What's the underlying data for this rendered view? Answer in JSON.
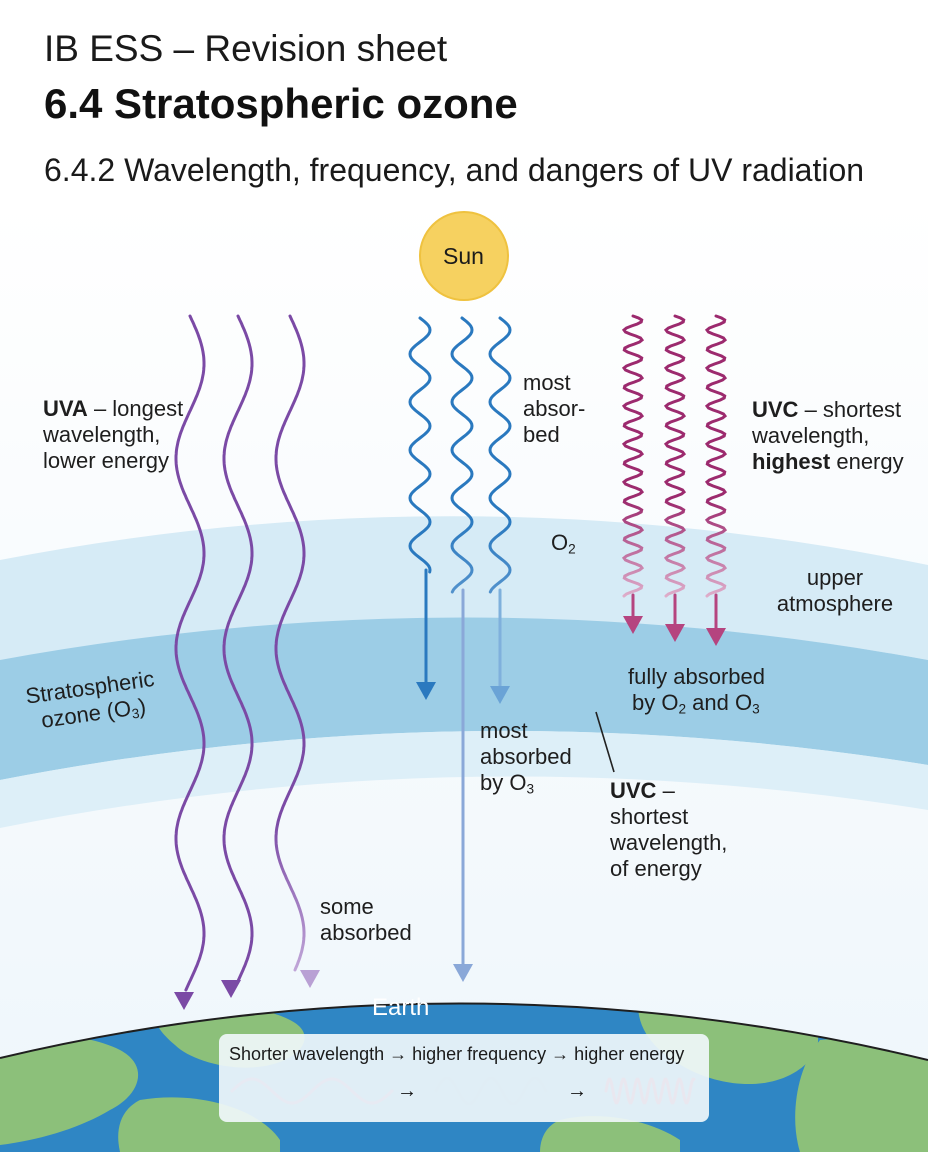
{
  "header": {
    "course": "IB ESS – Revision sheet",
    "topic": "6.4 Stratospheric ozone",
    "section": "6.4.2 Wavelength, frequency, and dangers of UV radiation"
  },
  "sun": {
    "label": "Sun"
  },
  "labels": {
    "uva_bold": "UVA",
    "uva_rest": " – longest",
    "uva_line2": "wavelength,",
    "uva_line3": "lower energy",
    "most_absorbed_top_1": "most",
    "most_absorbed_top_2": "absor-",
    "most_absorbed_top_3": "bed",
    "o2_text": "O",
    "o2_sub": "2",
    "uvc_bold": "UVC",
    "uvc_rest": " – shortest",
    "uvc_line2": "wavelength,",
    "uvc_line3_bold": "highest",
    "uvc_line3_rest": " energy",
    "upper_1": "upper",
    "upper_2": "atmosphere",
    "fully_1": "fully absorbed",
    "fully_2a": "by O",
    "fully_2sub1": "2",
    "fully_2b": " and O",
    "fully_2sub2": "3",
    "strat_1": "Stratospheric",
    "strat_2a": "ozone (O",
    "strat_2sub": "3",
    "strat_2b": ")",
    "most_o3_1": "most",
    "most_o3_2": "absorbed",
    "most_o3_3a": "by O",
    "most_o3_3sub": "3",
    "uvc2_bold": "UVC",
    "uvc2_rest": " –",
    "uvc2_line2": "shortest",
    "uvc2_line3": "wavelength,",
    "uvc2_line4": "of energy",
    "some_1": "some",
    "some_2": "absorbed",
    "earth": "Earth"
  },
  "legend": {
    "text": "Shorter wavelength → higher frequency → higher energy",
    "arrow": "→"
  },
  "colors": {
    "uva": "#7b4aa5",
    "uvb": "#2a79bf",
    "uvc": "#9c2a6e",
    "sun": "#f6d160",
    "ocean": "#2f86c4",
    "land": "#8cc07a",
    "ozone_band": "#8cc6e2",
    "upper_band": "#cfe7f3"
  },
  "icons": [
    "sun-icon",
    "earth-icon"
  ]
}
